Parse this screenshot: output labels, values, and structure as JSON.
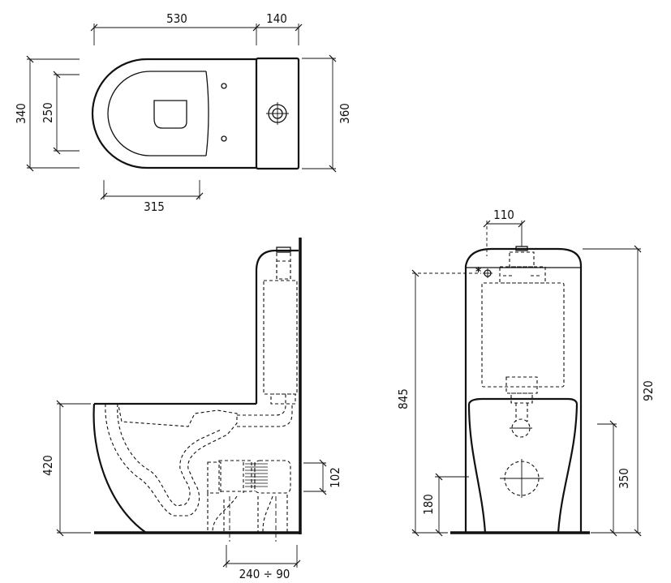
{
  "top_view": {
    "dim_length": "530",
    "dim_tank": "140",
    "dim_width_outer": "340",
    "dim_width_inner": "250",
    "dim_depth_right": "360",
    "dim_bottom": "315"
  },
  "side_view": {
    "dim_height": "420",
    "dim_outlet": "102",
    "dim_offset": "240 ÷ 90"
  },
  "front_view": {
    "dim_top": "110",
    "dim_845": "845",
    "dim_920": "920",
    "dim_180": "180",
    "dim_350": "350",
    "asterisk": "*"
  },
  "colors": {
    "line": "#111111",
    "background": "#ffffff"
  }
}
